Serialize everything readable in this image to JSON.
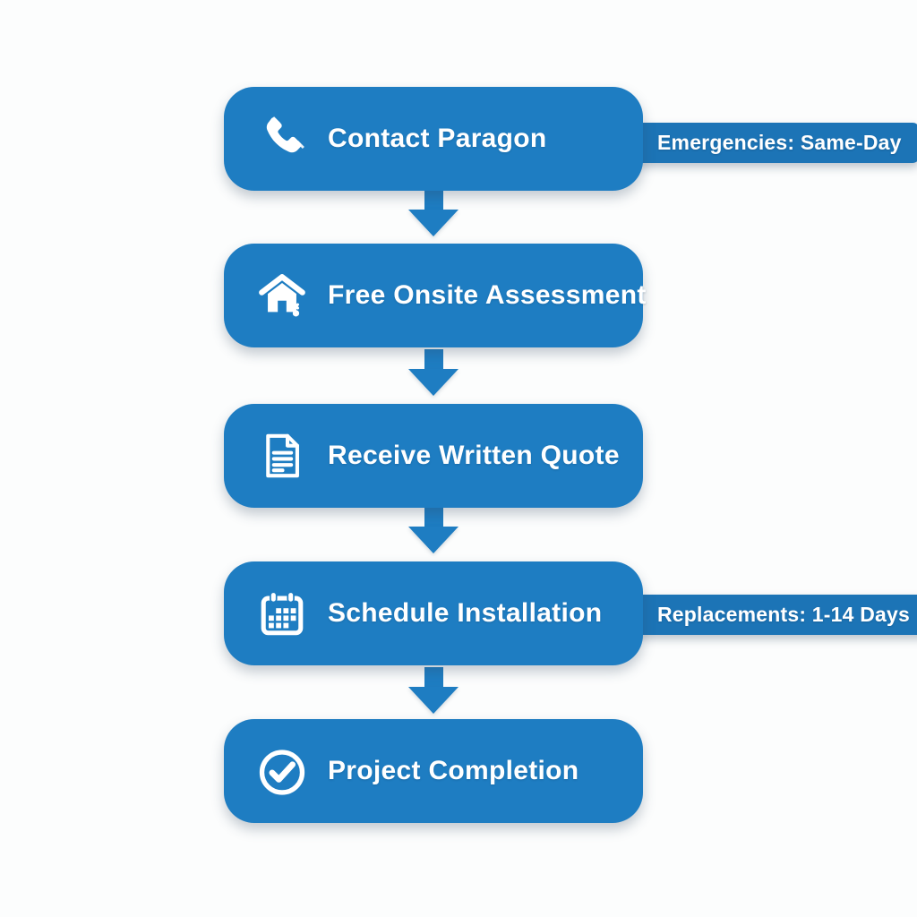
{
  "diagram": {
    "type": "process-flowchart",
    "steps": [
      {
        "label": "Contact Paragon",
        "icon": "phone-icon",
        "tag": "Emergencies: Same-Day"
      },
      {
        "label": "Free Onsite Assessment",
        "icon": "house-icon",
        "tag": null
      },
      {
        "label": "Receive Written Quote",
        "icon": "document-icon",
        "tag": null
      },
      {
        "label": "Schedule Installation",
        "icon": "calendar-icon",
        "tag": "Replacements: 1-14 Days"
      },
      {
        "label": "Project Completion",
        "icon": "check-circle-icon",
        "tag": null
      }
    ],
    "connectors": "downward-arrows",
    "colors": {
      "box_blue": "#1e7dc2",
      "tag_blue": "#1c74b6",
      "arrow_blue": "#1e7dc2",
      "text": "#ffffff",
      "background": "#fcfdfd"
    }
  }
}
